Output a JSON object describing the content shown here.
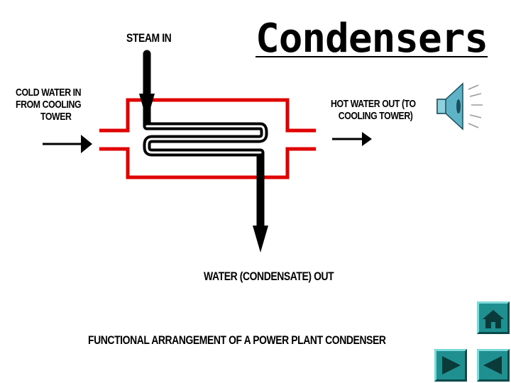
{
  "slide": {
    "title": "Condensers",
    "labels": {
      "steam_in": "STEAM IN",
      "cold_water_in": [
        "COLD WATER IN",
        "FROM COOLING",
        "TOWER"
      ],
      "hot_water_out": [
        "HOT WATER OUT (TO",
        "COOLING TOWER)"
      ],
      "condensate_out": "WATER (CONDENSATE) OUT",
      "caption": "FUNCTIONAL ARRANGEMENT OF A POWER PLANT CONDENSER"
    }
  },
  "controls": {
    "audio_icon": "speaker-icon",
    "home_icon": "home-icon",
    "next_icon": "play-right-icon",
    "prev_icon": "play-left-icon"
  },
  "colors": {
    "shell": "#e00000",
    "tube": "#000000",
    "nav_button": "#1f8f8f",
    "speaker": "#5fb3c6"
  }
}
